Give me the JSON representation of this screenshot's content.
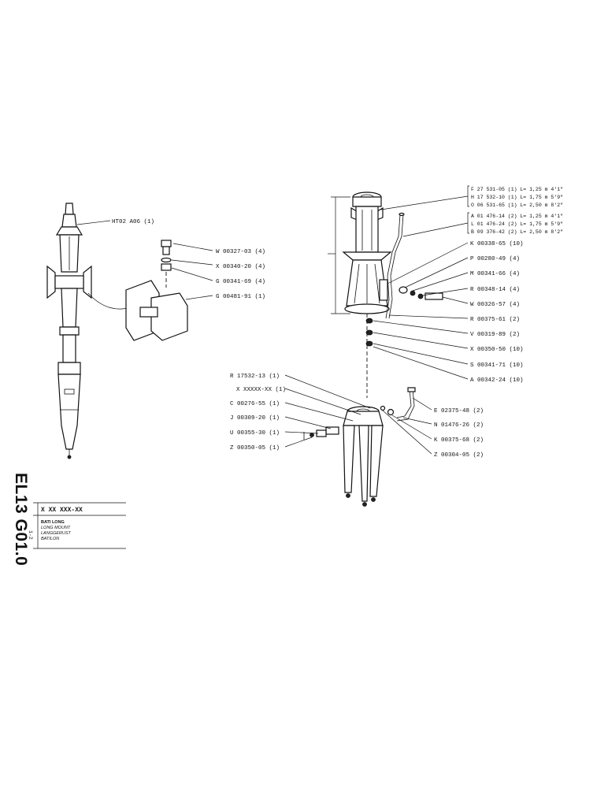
{
  "drawing_code": "EL13 G01.0",
  "sheet_number": "1-2",
  "title_block": {
    "reference": "X XX XXX-XX",
    "names": [
      "BATI LONG",
      "LONG MOUNT",
      "LANGGERUST",
      "BATILON"
    ]
  },
  "left_assembly": {
    "labels": {
      "top_callout": "HT02 A06 (1)",
      "bolt": "W 00327-03 (4)",
      "washer": "X 00340-20 (4)",
      "nut": "G 00341-69 (4)",
      "pad": "G 00481-91 (1)"
    }
  },
  "right_assembly": {
    "variants_group_1": [
      "F 27 531-05 (1)  L= 1,25 m  4'1\"",
      "H 17 532-10 (1)  L= 1,75 m  5'9\"",
      "O 06 531-65 (1)  L= 2,50 m  8'2\""
    ],
    "variants_group_2": [
      "A 01 476-14 (2)  L= 1,25 m  4'1\"",
      "L 01 476-24 (2)  L= 1,75 m  5'9\"",
      "B 09 376-42 (2)  L= 2,50 m  8'2\""
    ],
    "upper_labels": [
      "K 00338-65 (10)",
      "P 00280-49 (4)",
      "M 00341-66 (4)",
      "R 00348-14 (4)",
      "W 00326-57 (4)",
      "R 00375-61 (2)",
      "V 00319-89 (2)",
      "X 00350-50 (10)",
      "S 00341-71 (10)",
      "A 00342-24 (10)"
    ],
    "lower_left_labels": [
      "R 17532-13 (1)",
      "X XXXXX-XX (1)",
      "C 00276-55 (1)",
      "J 00309-20 (1)",
      "U 00355-30 (1)",
      "Z 00350-05 (1)"
    ],
    "lower_right_labels": [
      "E 02375-48 (2)",
      "N 01476-26 (2)",
      "K 00375-68 (2)",
      "Z 00304-05 (2)"
    ]
  }
}
